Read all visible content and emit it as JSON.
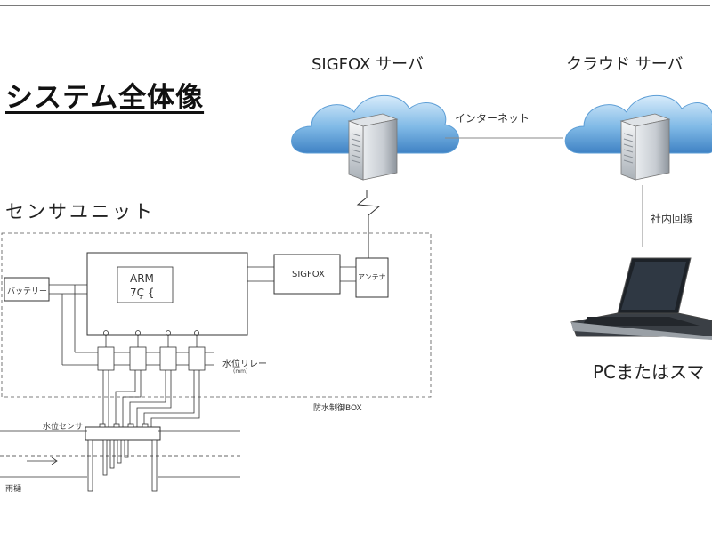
{
  "title": "システム全体像",
  "sensor_unit": {
    "label": "センサユニット"
  },
  "servers": {
    "sigfox_label": "SIGFOX サーバ",
    "cloud_label": "クラウド サーバ"
  },
  "links": {
    "internet": "インターネット",
    "internal_line": "社内回線"
  },
  "client": {
    "label": "PCまたはスマ"
  },
  "box": {
    "arm_label": "ARM",
    "arm_sub": "7Ç {",
    "sigfox_module": "SIGFOX",
    "antenna": "アンテナ",
    "battery": "バッテリー",
    "relay_label": "水位リレー",
    "relay_sub": "(mm)",
    "box_label": "防水制御BOX",
    "sensor_label": "水位センサ",
    "drain_label": "雨樋"
  }
}
